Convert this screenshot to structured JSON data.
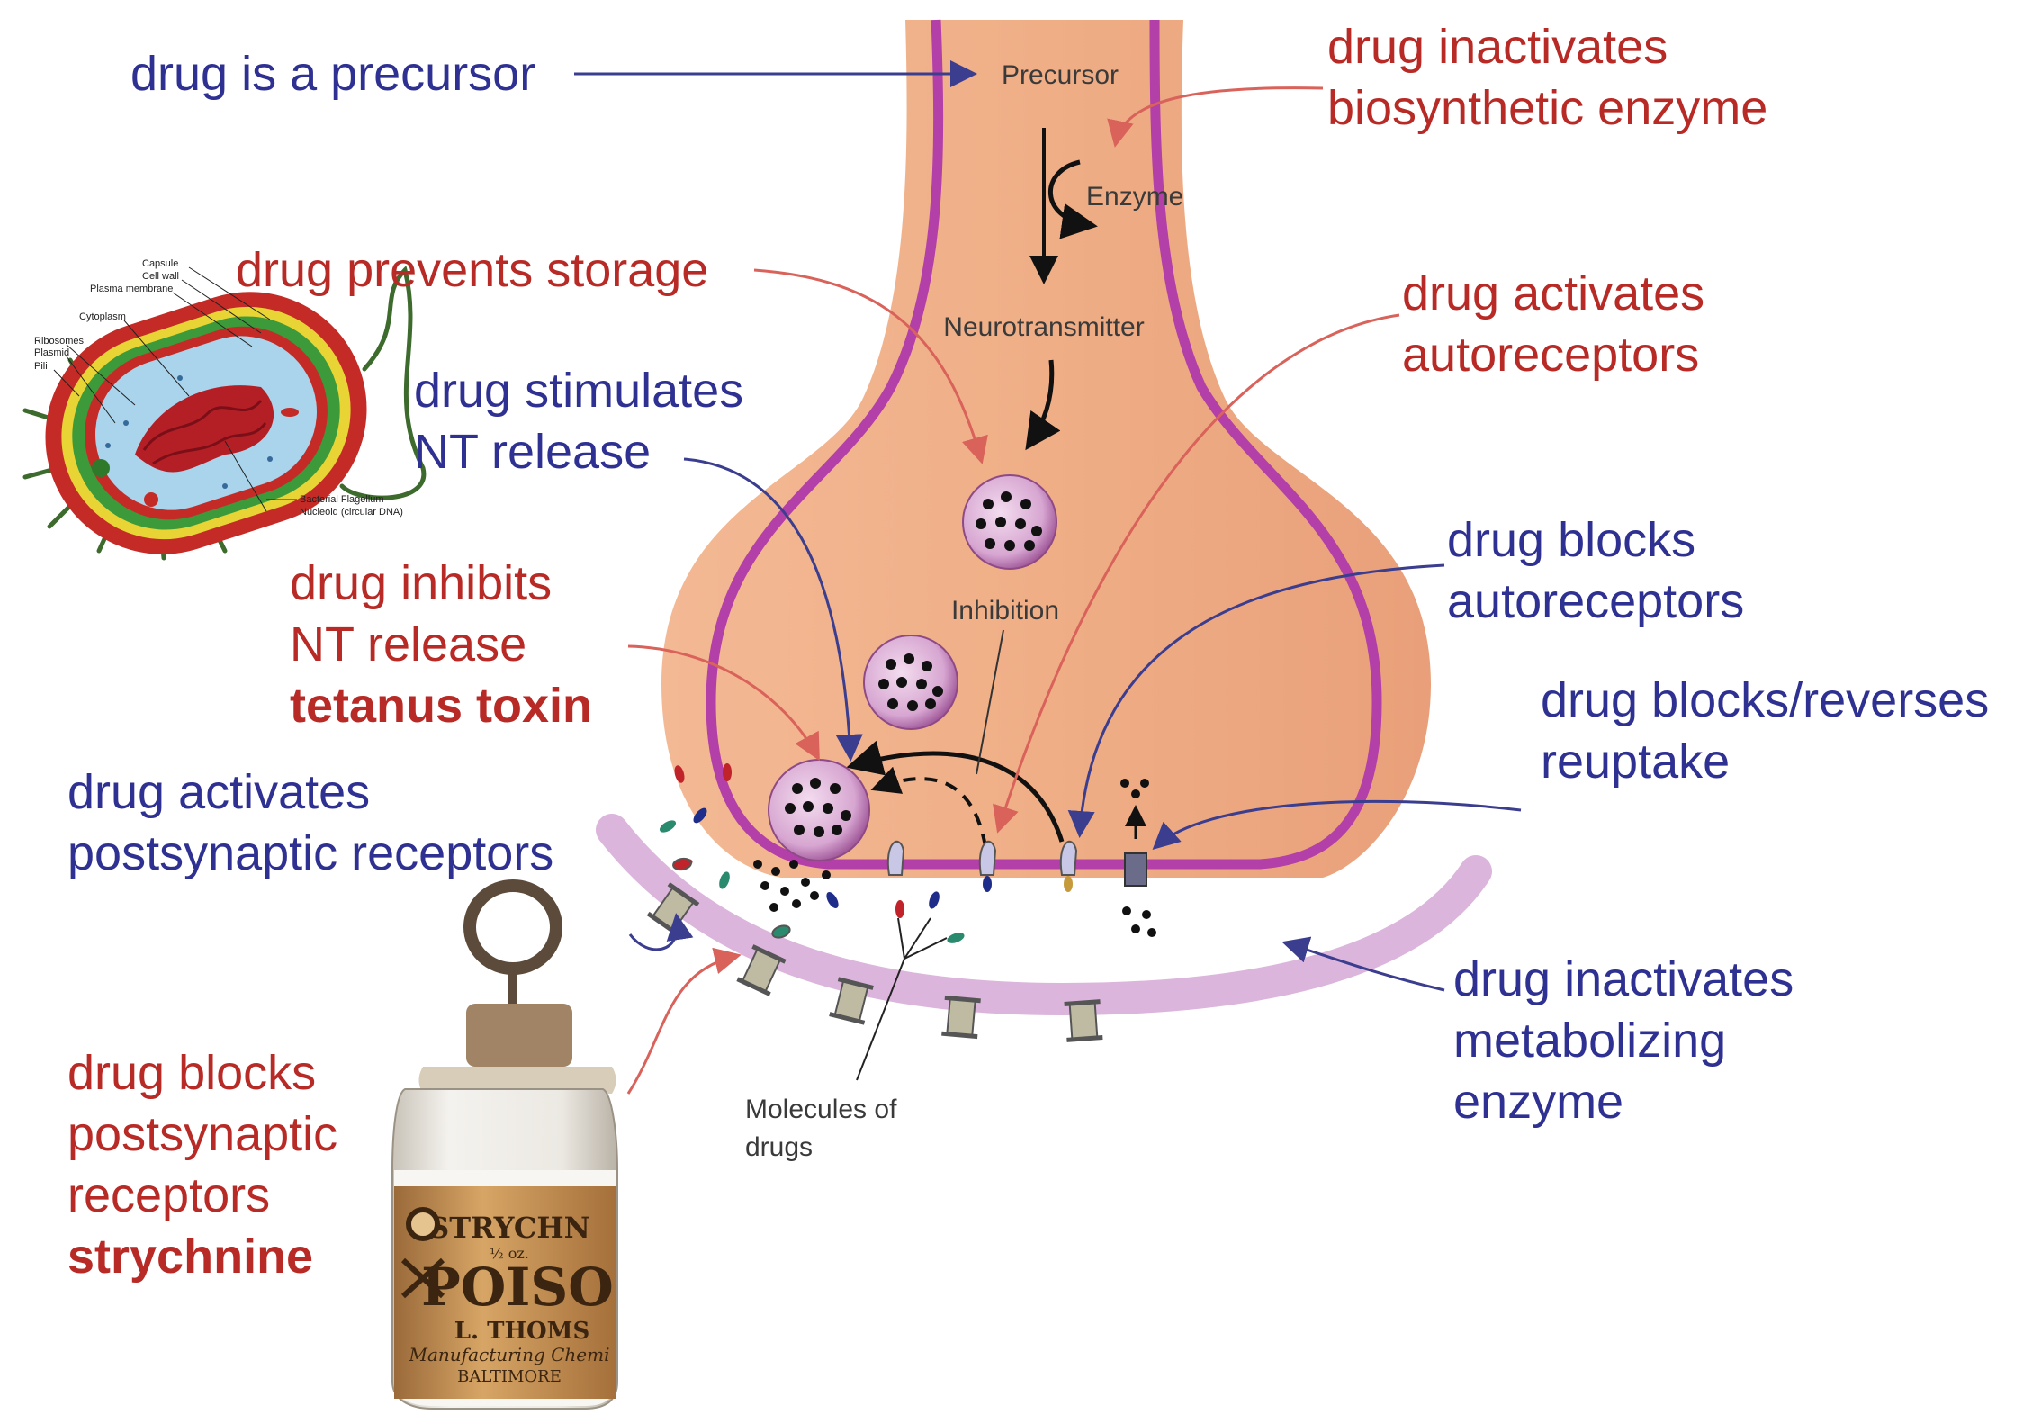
{
  "colors": {
    "red_label": "#b82a25",
    "blue_label": "#2f3192",
    "neuron_fill": "#efae86",
    "membrane": "#b33fa8",
    "postsynaptic_membrane": "#dcb5dc",
    "vesicle": "#d6a4d0"
  },
  "labels": {
    "precursor_drug": [
      "drug is a precursor"
    ],
    "inactivates_biosynthetic": [
      "drug inactivates",
      "biosynthetic enzyme"
    ],
    "prevents_storage": [
      "drug prevents storage"
    ],
    "activates_autoreceptors": [
      "drug activates",
      "autoreceptors"
    ],
    "stimulates_release": [
      "drug stimulates",
      "NT release"
    ],
    "blocks_autoreceptors": [
      "drug blocks",
      "autoreceptors"
    ],
    "inhibits_release": [
      "drug inhibits",
      "NT release"
    ],
    "inhibits_release_example": "tetanus toxin",
    "blocks_reuptake": [
      "drug blocks/reverses",
      "reuptake"
    ],
    "activates_postsynaptic": [
      "drug activates",
      "postsynaptic receptors"
    ],
    "inactivates_metabolizing": [
      "drug inactivates",
      "metabolizing",
      "enzyme"
    ],
    "blocks_postsynaptic": [
      "drug blocks",
      "postsynaptic",
      "receptors"
    ],
    "blocks_postsynaptic_example": "strychnine"
  },
  "diagram": {
    "precursor": "Precursor",
    "enzyme": "Enzyme",
    "neurotransmitter": "Neurotransmitter",
    "inhibition": "Inhibition",
    "molecules": [
      "Molecules of",
      "drugs"
    ]
  },
  "bacterium": {
    "labels": [
      "Capsule",
      "Cell wall",
      "Plasma membrane",
      "Cytoplasm",
      "Ribosomes",
      "Plasmid",
      "Pili",
      "Bacterial Flagellum",
      "Nucleoid (circular DNA)"
    ]
  },
  "bottle": {
    "label_lines": [
      "STRYCHN",
      "½ oz.",
      "POISO",
      "L. THOMS",
      "Manufacturing Chemi",
      "BALTIMORE"
    ]
  }
}
